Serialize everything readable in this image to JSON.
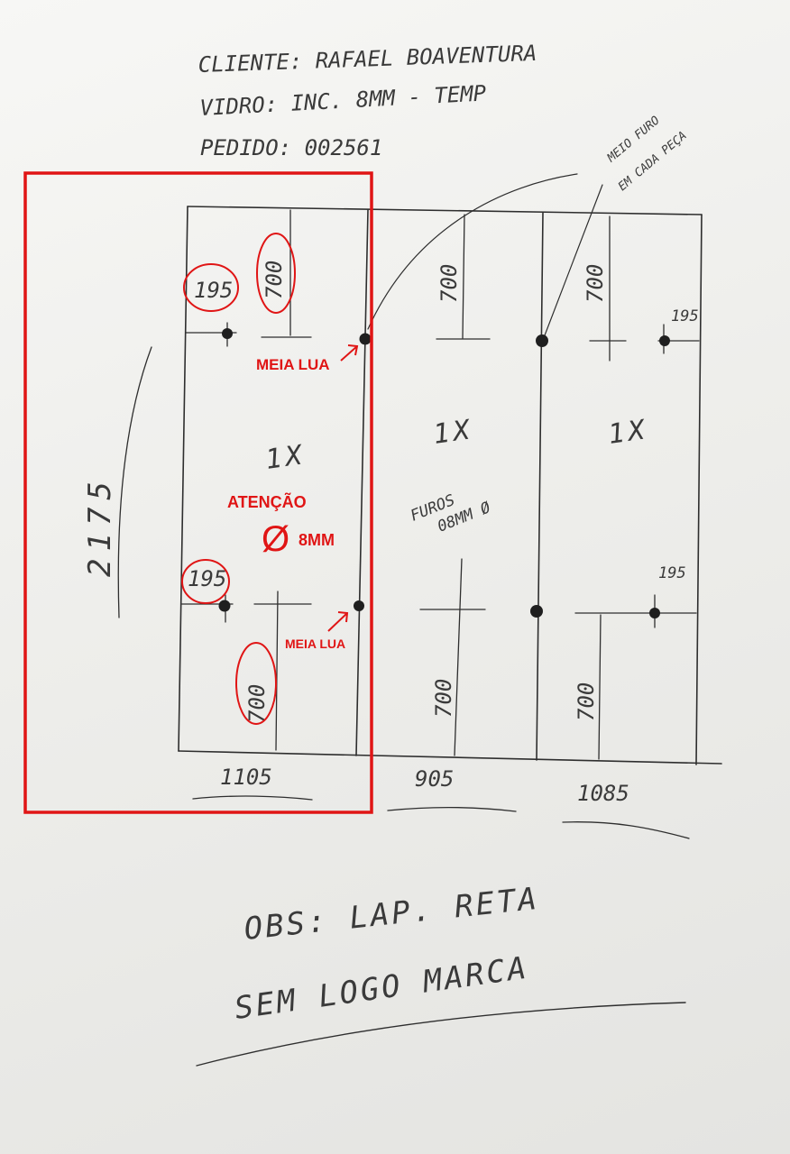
{
  "header": {
    "cliente": "CLIENTE: RAFAEL BOAVENTURA",
    "vidro": "VIDRO: INC. 8MM - TEMP",
    "pedido": "PEDIDO: 002561"
  },
  "note_meio_furo": [
    "MEIO FURO",
    "EM CADA PEÇA"
  ],
  "height_dim": "2175",
  "panels": [
    {
      "width": "1105",
      "qty": "1X",
      "hole_edge": "195",
      "hole_height": "700"
    },
    {
      "width": "905",
      "qty": "1X",
      "hole_height": "700"
    },
    {
      "width": "1085",
      "qty": "1X",
      "hole_edge": "195",
      "hole_height": "700"
    }
  ],
  "furos_note": [
    "FUROS",
    "08MM Ø"
  ],
  "annotations": {
    "meia_lua_top": "MEIA LUA",
    "meia_lua_bottom": "MEIA LUA",
    "atencao": "ATENÇÃO",
    "diameter_symbol": "Ø",
    "diameter_value": "8MM"
  },
  "obs": [
    "OBS: LAP. RETA",
    "SEM LOGO MARCA"
  ],
  "colors": {
    "highlight": "#e01515",
    "ink": "#2e2e2e",
    "paper": "#f2f2f0"
  }
}
